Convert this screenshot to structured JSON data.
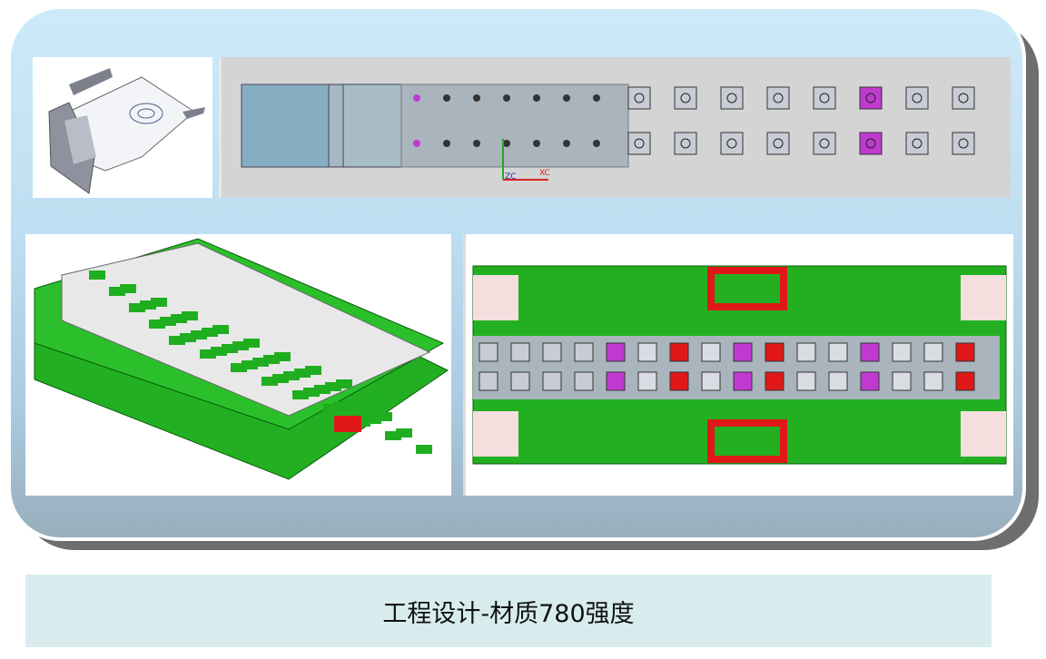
{
  "caption": "工程设计-材质780强度",
  "cad_axis_labels": {
    "x": "XC",
    "z": "ZC"
  },
  "colors": {
    "die_green": "#1fae1f",
    "insert_red": "#e01818",
    "strip_gray": "#a9b4bd",
    "punch_purple": "#c03ad0",
    "caption_bg": "#d8eced"
  }
}
